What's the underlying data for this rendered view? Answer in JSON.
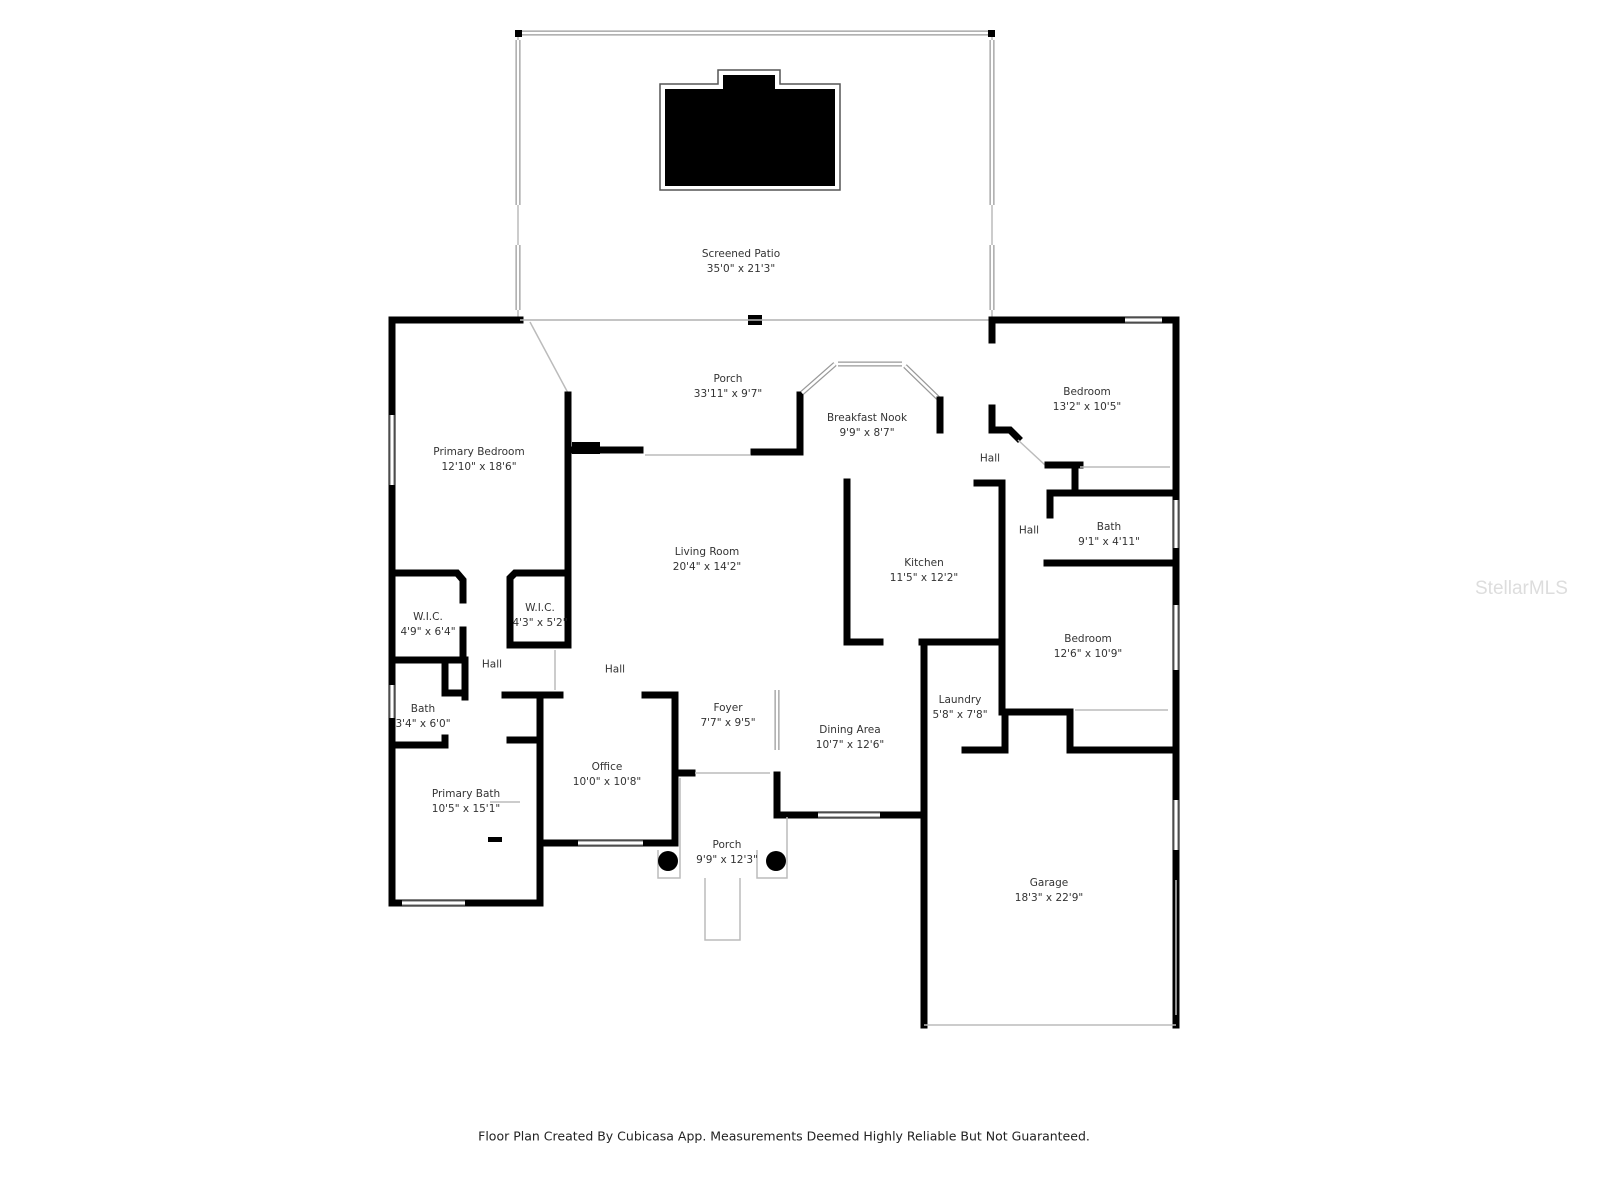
{
  "rooms": [
    {
      "name": "Screened Patio",
      "dims": "35'0\" x 21'3\""
    },
    {
      "name": "Porch",
      "dims": "33'11\" x 9'7\""
    },
    {
      "name": "Breakfast Nook",
      "dims": "9'9\" x 8'7\""
    },
    {
      "name": "Bedroom",
      "dims": "13'2\" x 10'5\""
    },
    {
      "name": "Primary Bedroom",
      "dims": "12'10\" x 18'6\""
    },
    {
      "name": "Living Room",
      "dims": "20'4\" x 14'2\""
    },
    {
      "name": "Kitchen",
      "dims": "11'5\" x 12'2\""
    },
    {
      "name": "Bath",
      "dims": "9'1\" x 4'11\""
    },
    {
      "name": "W.I.C.",
      "dims": "4'9\" x 6'4\""
    },
    {
      "name": "W.I.C.",
      "dims": "4'3\" x 5'2\""
    },
    {
      "name": "Bedroom",
      "dims": "12'6\" x 10'9\""
    },
    {
      "name": "Bath",
      "dims": "3'4\" x 6'0\""
    },
    {
      "name": "Foyer",
      "dims": "7'7\" x 9'5\""
    },
    {
      "name": "Laundry",
      "dims": "5'8\" x 7'8\""
    },
    {
      "name": "Dining Area",
      "dims": "10'7\" x 12'6\""
    },
    {
      "name": "Office",
      "dims": "10'0\" x 10'8\""
    },
    {
      "name": "Primary Bath",
      "dims": "10'5\" x 15'1\""
    },
    {
      "name": "Porch",
      "dims": "9'9\" x 12'3\""
    },
    {
      "name": "Garage",
      "dims": "18'3\" x 22'9\""
    }
  ],
  "halls": [
    "Hall",
    "Hall",
    "Hall",
    "Hall"
  ],
  "footer": "Floor Plan Created By Cubicasa App. Measurements Deemed Highly Reliable But Not Guaranteed.",
  "watermark": "StellarMLS"
}
